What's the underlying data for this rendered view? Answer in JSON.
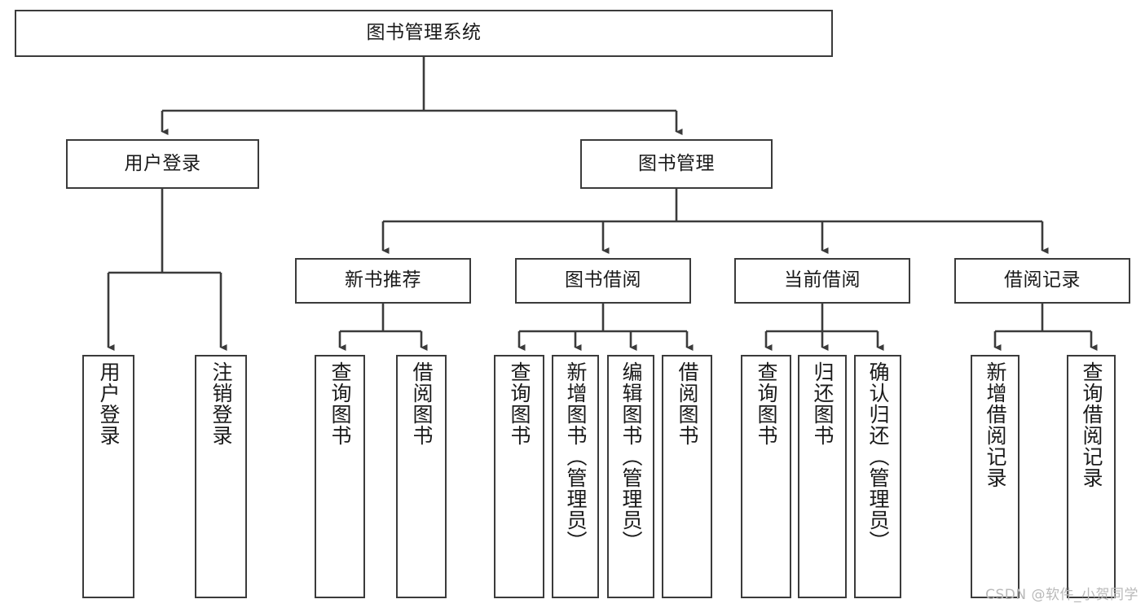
{
  "diagram": {
    "title": "图书管理系统",
    "watermark": "CSDN @软件_小贺同学",
    "stroke_color": "#3b3b3b",
    "text_color": "#1a1a1a",
    "background_color": "#ffffff",
    "watermark_color": "#b9b9b9",
    "levels": {
      "root": {
        "label": "图书管理系统"
      },
      "level1": [
        {
          "label": "用户登录"
        },
        {
          "label": "图书管理"
        }
      ],
      "level2": [
        {
          "label": "新书推荐"
        },
        {
          "label": "图书借阅"
        },
        {
          "label": "当前借阅"
        },
        {
          "label": "借阅记录"
        }
      ],
      "leaves": {
        "user_login": [
          {
            "label": "用户登录"
          },
          {
            "label": "注销登录"
          }
        ],
        "new_book_recommend": [
          {
            "label": "查询图书"
          },
          {
            "label": "借阅图书"
          }
        ],
        "book_borrow": [
          {
            "label": "查询图书"
          },
          {
            "label": "新增图书（管理员）"
          },
          {
            "label": "编辑图书（管理员）"
          },
          {
            "label": "借阅图书"
          }
        ],
        "current_borrow": [
          {
            "label": "查询图书"
          },
          {
            "label": "归还图书"
          },
          {
            "label": "确认归还（管理员）"
          }
        ],
        "borrow_record": [
          {
            "label": "新增借阅记录"
          },
          {
            "label": "查询借阅记录"
          }
        ]
      }
    }
  }
}
